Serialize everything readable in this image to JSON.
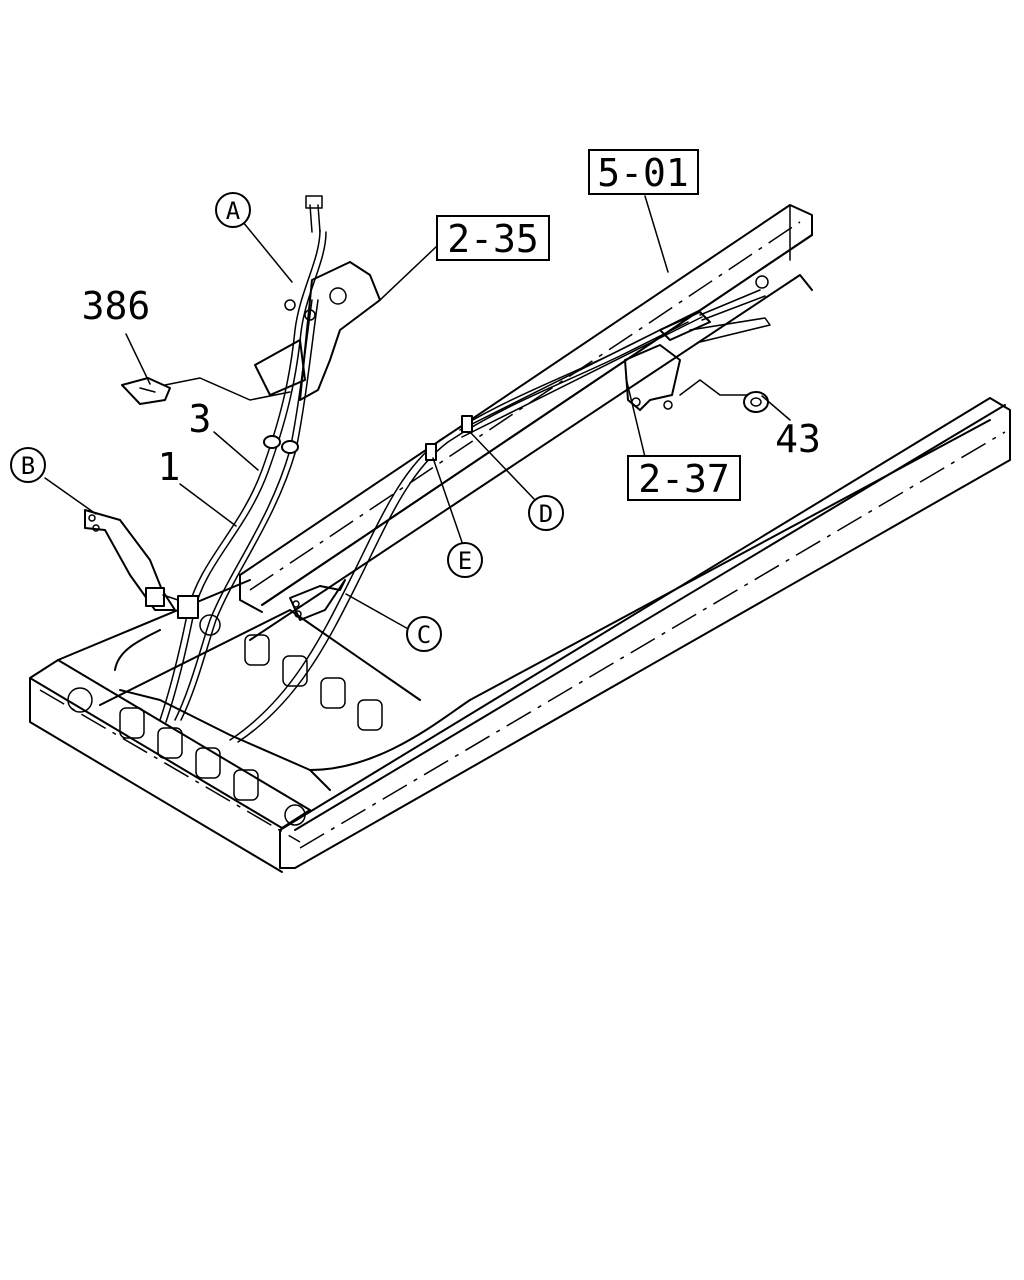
{
  "labels": {
    "ref_5_01": "5-01",
    "ref_2_35": "2-35",
    "ref_2_37": "2-37",
    "part_386": "386",
    "part_3": "3",
    "part_1": "1",
    "part_43": "43"
  },
  "callouts": {
    "A": "A",
    "B": "B",
    "C": "C",
    "D": "D",
    "E": "E"
  }
}
